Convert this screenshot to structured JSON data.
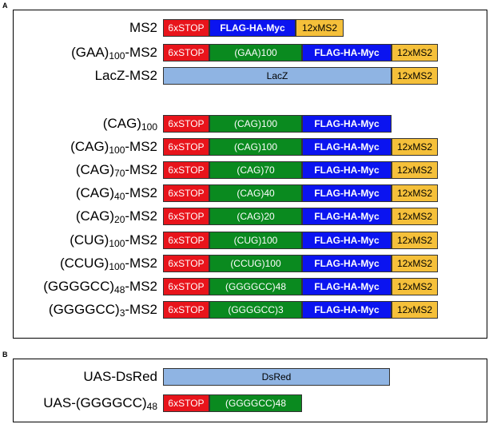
{
  "panels": {
    "a": {
      "letter": "A"
    },
    "b": {
      "letter": "B"
    }
  },
  "colors": {
    "stop": "#e8141b",
    "repeat": "#0a8a1f",
    "flag": "#0b14f0",
    "ms2": "#f5c03a",
    "lacz": "#8fb4e3"
  },
  "constructs_a": [
    {
      "label": "MS2",
      "sub": "",
      "suffix": "",
      "segments": [
        {
          "kind": "stop",
          "text": "6xSTOP"
        },
        {
          "kind": "flag",
          "text": "FLAG-HA-Myc"
        },
        {
          "kind": "ms2",
          "text": "12xMS2"
        }
      ]
    },
    {
      "label": "(GAA)",
      "sub": "100",
      "suffix": "-MS2",
      "segments": [
        {
          "kind": "stop",
          "text": "6xSTOP"
        },
        {
          "kind": "repeat",
          "text": "(GAA)100"
        },
        {
          "kind": "flag",
          "text": "FLAG-HA-Myc"
        },
        {
          "kind": "ms2",
          "text": "12xMS2"
        }
      ]
    },
    {
      "label": "LacZ-MS2",
      "sub": "",
      "suffix": "",
      "segments": [
        {
          "kind": "lacz",
          "text": "LacZ"
        },
        {
          "kind": "ms2",
          "text": "12xMS2"
        }
      ]
    },
    {
      "label": "(CAG)",
      "sub": "100",
      "suffix": "",
      "segments": [
        {
          "kind": "stop",
          "text": "6xSTOP"
        },
        {
          "kind": "repeat",
          "text": "(CAG)100"
        },
        {
          "kind": "flag",
          "text": "FLAG-HA-Myc"
        }
      ]
    },
    {
      "label": "(CAG)",
      "sub": "100",
      "suffix": "-MS2",
      "segments": [
        {
          "kind": "stop",
          "text": "6xSTOP"
        },
        {
          "kind": "repeat",
          "text": "(CAG)100"
        },
        {
          "kind": "flag",
          "text": "FLAG-HA-Myc"
        },
        {
          "kind": "ms2",
          "text": "12xMS2"
        }
      ]
    },
    {
      "label": "(CAG)",
      "sub": "70",
      "suffix": "-MS2",
      "segments": [
        {
          "kind": "stop",
          "text": "6xSTOP"
        },
        {
          "kind": "repeat",
          "text": "(CAG)70"
        },
        {
          "kind": "flag",
          "text": "FLAG-HA-Myc"
        },
        {
          "kind": "ms2",
          "text": "12xMS2"
        }
      ]
    },
    {
      "label": "(CAG)",
      "sub": "40",
      "suffix": "-MS2",
      "segments": [
        {
          "kind": "stop",
          "text": "6xSTOP"
        },
        {
          "kind": "repeat",
          "text": "(CAG)40"
        },
        {
          "kind": "flag",
          "text": "FLAG-HA-Myc"
        },
        {
          "kind": "ms2",
          "text": "12xMS2"
        }
      ]
    },
    {
      "label": "(CAG)",
      "sub": "20",
      "suffix": "-MS2",
      "segments": [
        {
          "kind": "stop",
          "text": "6xSTOP"
        },
        {
          "kind": "repeat",
          "text": "(CAG)20"
        },
        {
          "kind": "flag",
          "text": "FLAG-HA-Myc"
        },
        {
          "kind": "ms2",
          "text": "12xMS2"
        }
      ]
    },
    {
      "label": "(CUG)",
      "sub": "100",
      "suffix": "-MS2",
      "segments": [
        {
          "kind": "stop",
          "text": "6xSTOP"
        },
        {
          "kind": "repeat",
          "text": "(CUG)100"
        },
        {
          "kind": "flag",
          "text": "FLAG-HA-Myc"
        },
        {
          "kind": "ms2",
          "text": "12xMS2"
        }
      ]
    },
    {
      "label": "(CCUG)",
      "sub": "100",
      "suffix": "-MS2",
      "segments": [
        {
          "kind": "stop",
          "text": "6xSTOP"
        },
        {
          "kind": "repeat",
          "text": "(CCUG)100"
        },
        {
          "kind": "flag",
          "text": "FLAG-HA-Myc"
        },
        {
          "kind": "ms2",
          "text": "12xMS2"
        }
      ]
    },
    {
      "label": "(GGGGCC)",
      "sub": "48",
      "suffix": "-MS2",
      "segments": [
        {
          "kind": "stop",
          "text": "6xSTOP"
        },
        {
          "kind": "repeat",
          "text": "(GGGGCC)48"
        },
        {
          "kind": "flag",
          "text": "FLAG-HA-Myc"
        },
        {
          "kind": "ms2",
          "text": "12xMS2"
        }
      ]
    },
    {
      "label": "(GGGGCC)",
      "sub": "3",
      "suffix": "-MS2",
      "segments": [
        {
          "kind": "stop",
          "text": "6xSTOP"
        },
        {
          "kind": "repeat",
          "text": "(GGGGCC)3"
        },
        {
          "kind": "flag",
          "text": "FLAG-HA-Myc"
        },
        {
          "kind": "ms2",
          "text": "12xMS2"
        }
      ]
    }
  ],
  "constructs_b": [
    {
      "label": "UAS-DsRed",
      "sub": "",
      "suffix": "",
      "segments": [
        {
          "kind": "dsred",
          "text": "DsRed"
        }
      ]
    },
    {
      "label": "UAS-(GGGGCC)",
      "sub": "48",
      "suffix": "",
      "segments": [
        {
          "kind": "stop",
          "text": "6xSTOP"
        },
        {
          "kind": "repeat",
          "text": "(GGGGCC)48"
        }
      ]
    }
  ]
}
